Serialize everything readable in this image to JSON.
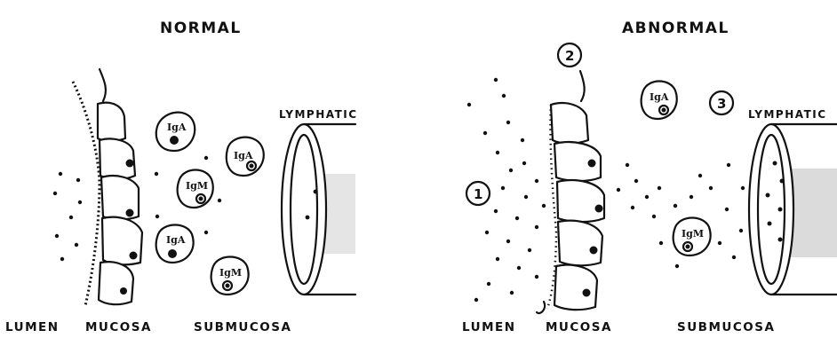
{
  "panels": [
    {
      "title": "NORMAL",
      "regions": {
        "lumen": "LUMEN",
        "mucosa": "MUCOSA",
        "submucosa": "SUBMUCOSA"
      },
      "lymphatic_label": "LYMPHATIC",
      "plasma_cells": [
        "IgA",
        "IgA",
        "IgM",
        "IgA",
        "IgM"
      ]
    },
    {
      "title": "ABNORMAL",
      "regions": {
        "lumen": "LUMEN",
        "mucosa": "MUCOSA",
        "submucosa": "SUBMUCOSA"
      },
      "lymphatic_label": "LYMPHATIC",
      "plasma_cells": [
        "IgA",
        "IgM"
      ],
      "markers": [
        "1",
        "2",
        "3"
      ]
    }
  ]
}
